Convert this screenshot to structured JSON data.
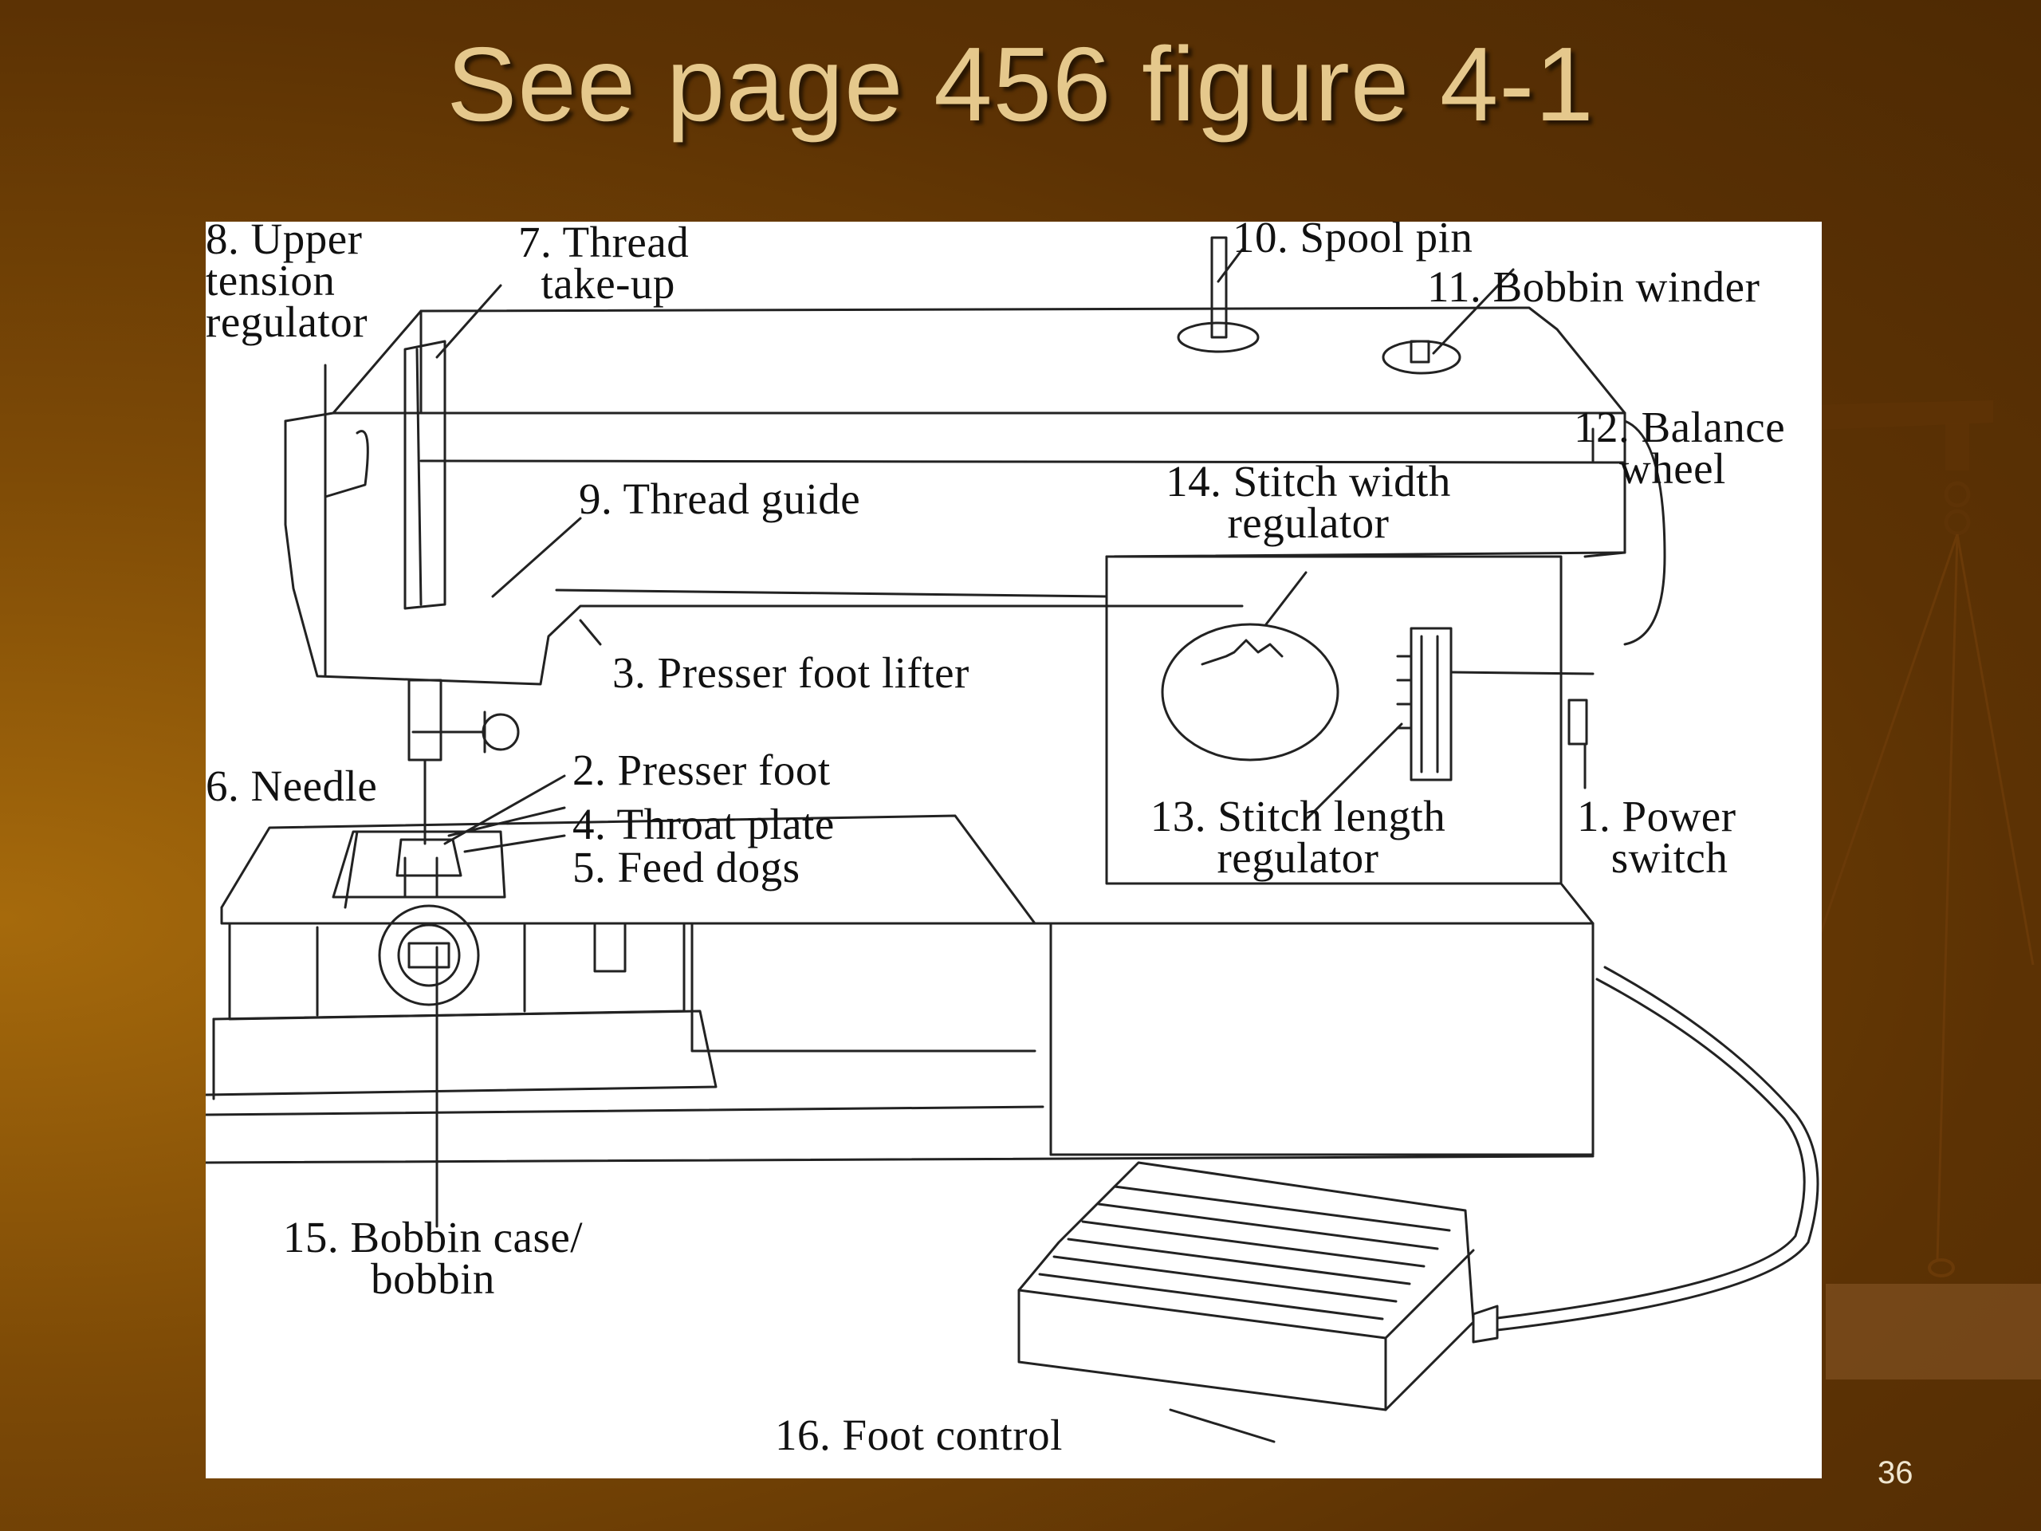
{
  "slide": {
    "title": "See page 456 figure 4-1",
    "page_number": "36"
  },
  "figure": {
    "labels": {
      "upper_tension": "8. Upper\ntension\nregulator",
      "thread_takeup": "7. Thread\n  take-up",
      "spool_pin": "10. Spool pin",
      "bobbin_winder": "11. Bobbin winder",
      "balance_wheel": "12. Balance\n    wheel",
      "stitch_width": "14. Stitch width\nregulator",
      "thread_guide": "9. Thread guide",
      "presser_lifter": "3. Presser foot lifter",
      "presser_foot": "2. Presser foot",
      "needle": "6. Needle",
      "throat_plate": "4. Throat plate",
      "feed_dogs": "5. Feed dogs",
      "stitch_length": "13. Stitch length\nregulator",
      "power_switch": "1. Power\n   switch",
      "bobbin_case": "15. Bobbin case/\nbobbin",
      "foot_control": "16. Foot control"
    }
  }
}
